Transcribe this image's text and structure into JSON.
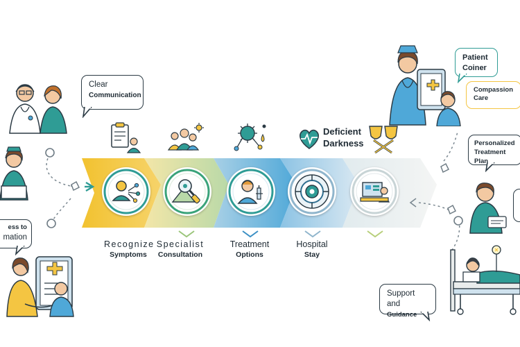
{
  "bubbles": {
    "clear_communication": {
      "line1": "Clear",
      "line2": "Communication"
    },
    "patient_coiner": {
      "line1": "Patient",
      "line2": "Coiner"
    },
    "compassion_care": {
      "line1": "Compassion",
      "line2": "Care"
    },
    "personalized_plan": {
      "line1": "Personalized",
      "line2": "Treatment Plan"
    },
    "access_information": {
      "line1": "ess to",
      "line2": "mation"
    },
    "support_guidance": {
      "line1": "Support and",
      "line2": "Guidance"
    }
  },
  "header_caption": {
    "line1": "Deficient",
    "line2": "Darkness"
  },
  "stages": [
    {
      "label_line1": "Recognize",
      "label_line2": "Symptoms"
    },
    {
      "label_line1": "Specialist",
      "label_line2": "Consultation"
    },
    {
      "label_line1": "Treatment",
      "label_line2": "Options"
    },
    {
      "label_line1": "Hospital",
      "label_line2": "Stay"
    },
    {
      "label_line1": "",
      "label_line2": ""
    }
  ],
  "colors": {
    "stage_1": "#f2c230",
    "stage_2": "#b9d9a8",
    "stage_3": "#4fa8d8",
    "stage_4": "#cfe2ee",
    "stage_5": "#e9ecec",
    "teal": "#2f9c95",
    "accent_yellow": "#f4c542"
  },
  "icons": {
    "stage_1": "person-network-icon",
    "stage_2": "magnifier-sensor-icon",
    "stage_3": "doctor-tools-icon",
    "stage_4": "target-icon",
    "stage_5": "hospital-bed-icon"
  }
}
